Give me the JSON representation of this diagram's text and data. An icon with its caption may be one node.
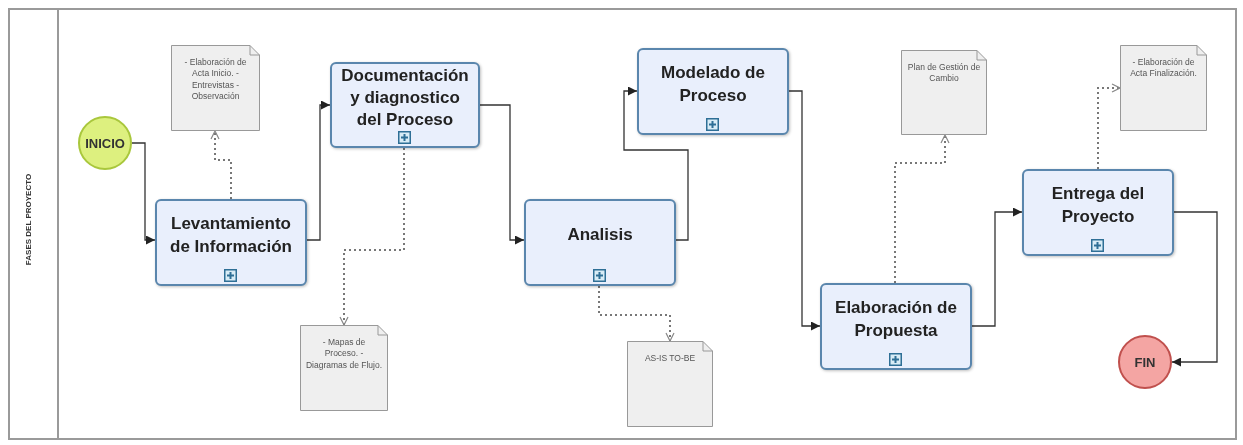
{
  "diagram": {
    "nodes": [
      {
        "text": [
          "FASES DEL PROYECTO"
        ]
      },
      {
        "text": [
          "INICIO"
        ],
        "in": 0
      },
      {
        "text": [
          "Levantamiento de Información"
        ],
        "in": 0
      },
      {
        "text": [
          "- Elaboración de Acta Inicio. - Entrevistas - Observación"
        ],
        "in": 0
      },
      {
        "text": [
          "Documentación y diagnostico del Proceso"
        ],
        "in": 0
      },
      {
        "text": [
          "- Mapas de Proceso. -Diagramas de Flujo."
        ],
        "in": 0
      },
      {
        "text": [
          "Analisis"
        ],
        "in": 0
      },
      {
        "text": [
          "AS-IS TO-BE"
        ],
        "in": 0
      },
      {
        "text": [
          "Modelado de Proceso"
        ],
        "in": 0
      },
      {
        "text": [
          "Elaboración de Propuesta"
        ],
        "in": 0
      },
      {
        "text": [
          "Plan de Gestión de Cambio"
        ],
        "in": 0
      },
      {
        "text": [
          "Entrega del Proyecto"
        ],
        "in": 0
      },
      {
        "text": [
          "- Elaboración de Acta Finalización."
        ],
        "in": 0
      },
      {
        "text": [
          "FIN"
        ],
        "in": 0
      }
    ],
    "edges": [
      {
        "from": 1,
        "to": 2,
        "arrow": "to"
      },
      {
        "from": 2,
        "to": 4,
        "arrow": "to"
      },
      {
        "from": 4,
        "to": 6,
        "arrow": "to"
      },
      {
        "from": 6,
        "to": 8,
        "arrow": "to"
      },
      {
        "from": 8,
        "to": 9,
        "arrow": "to"
      },
      {
        "from": 9,
        "to": 11,
        "arrow": "to"
      },
      {
        "from": 11,
        "to": 13,
        "arrow": "to"
      },
      {
        "from": 2,
        "to": 3,
        "arrow": "to",
        "style": "dashed"
      },
      {
        "from": 4,
        "to": 5,
        "arrow": "to",
        "style": "dashed"
      },
      {
        "from": 6,
        "to": 7,
        "arrow": "to",
        "style": "dashed"
      },
      {
        "from": 9,
        "to": 10,
        "arrow": "to",
        "style": "dashed"
      },
      {
        "from": 11,
        "to": 12,
        "arrow": "to",
        "style": "dashed"
      }
    ]
  }
}
